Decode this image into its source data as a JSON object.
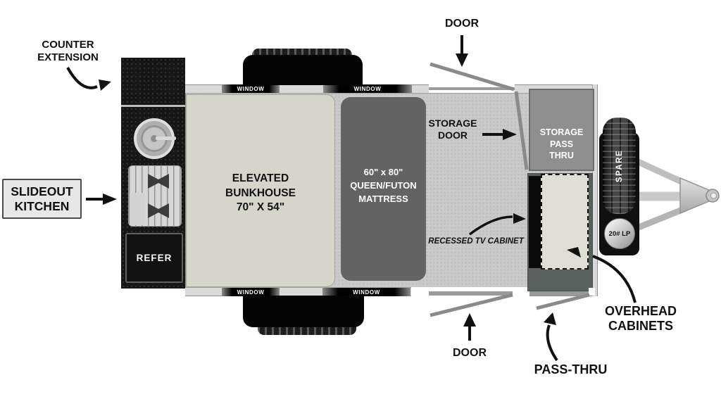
{
  "title": "Travel trailer floor plan diagram",
  "labels": {
    "counter_extension": "COUNTER EXTENSION",
    "slideout_kitchen": "SLIDEOUT KITCHEN",
    "refer": "REFER",
    "door_top": "DOOR",
    "door_bottom": "DOOR",
    "storage_door": "STORAGE DOOR",
    "recessed_tv_cabinet": "RECESSED TV CABINET",
    "overhead_cabinets": "OVERHEAD CABINETS",
    "pass_thru": "PASS-THRU",
    "spare_tire": "SPARE",
    "lp_tank": "20# LP"
  },
  "bunkhouse": {
    "line1": "ELEVATED",
    "line2": "BUNKHOUSE",
    "line3": "70\" X 54\""
  },
  "mattress": {
    "line1": "60\" x 80\"",
    "line2": "QUEEN/FUTON",
    "line3": "MATTRESS"
  },
  "storage_pass_thru": {
    "line1": "STORAGE",
    "line2": "PASS",
    "line3": "THRU"
  },
  "windows": {
    "top_left": "WINDOW",
    "top_right": "WINDOW",
    "bottom_left": "WINDOW",
    "bottom_right": "WINDOW"
  },
  "colors": {
    "label": "#111111",
    "floor": "#c9c9c9",
    "wall": "#dadada",
    "bunkhouse": "#d6d5cb",
    "mattress": "#636363",
    "storage-box": "#8f8f8f",
    "slate": "#59605d",
    "cabinet": "#deddd6",
    "door-line": "#8a8a8a",
    "arrow": "#111111"
  }
}
